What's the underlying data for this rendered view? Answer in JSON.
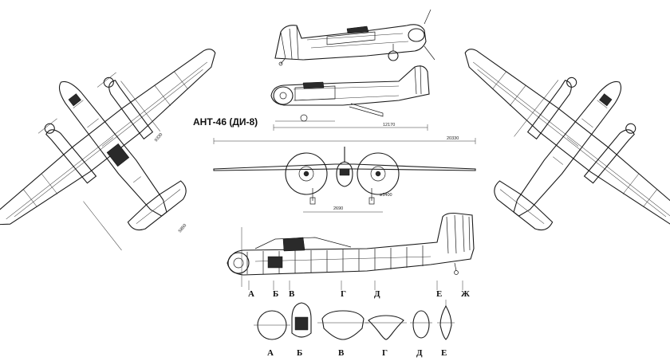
{
  "title": "АНТ-46 (ДИ-8)",
  "dimensions": {
    "length": "12170",
    "span": "20330",
    "track": "2690",
    "prop_diameter": "ø3400",
    "plan_left_a": "9330",
    "plan_left_b": "5850"
  },
  "station_labels": [
    "А",
    "Б",
    "В",
    "Г",
    "Д",
    "Е",
    "Ж"
  ],
  "section_labels": [
    "А",
    "Б",
    "В",
    "Г",
    "Д",
    "Е"
  ]
}
